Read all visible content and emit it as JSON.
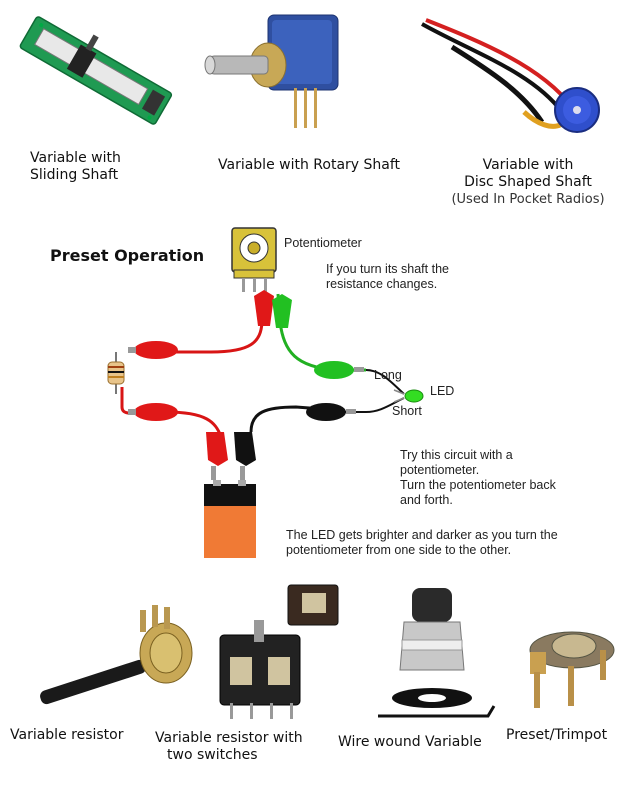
{
  "top_captions": [
    {
      "lines": [
        "Variable with",
        "Sliding Shaft"
      ]
    },
    {
      "lines": [
        "Variable with Rotary Shaft"
      ]
    },
    {
      "lines": [
        "Variable with",
        "Disc Shaped Shaft"
      ],
      "note": "(Used In Pocket Radios)"
    }
  ],
  "circuit": {
    "title": "Preset Operation",
    "potentiometer_label": "Potentiometer",
    "shaft_note": [
      "If you turn its shaft the",
      "resistance changes."
    ],
    "long_label": "Long",
    "short_label": "Short",
    "led_label": "LED",
    "try_note": [
      "Try this circuit with a",
      "potentiometer.",
      "Turn the potentiometer back",
      "and forth."
    ],
    "brightness_note": [
      "The LED gets brighter and darker as you turn the",
      "potentiometer from one side to the other."
    ]
  },
  "bottom_captions": [
    {
      "lines": [
        "Variable resistor"
      ]
    },
    {
      "lines": [
        "Variable resistor with",
        "two switches"
      ]
    },
    {
      "lines": [
        "Wire wound Variable"
      ]
    },
    {
      "lines": [
        "Preset/Trimpot"
      ]
    }
  ],
  "colors": {
    "pcb_green": "#1f9a52",
    "pot_blue": "#2f4fa0",
    "clip_red": "#e01818",
    "clip_green": "#22c022",
    "clip_black": "#111111",
    "battery_orange": "#f07a35",
    "led_green": "#33dd22",
    "pot_yellow": "#d8c23a"
  },
  "icons": [
    "slide-potentiometer-icon",
    "rotary-potentiometer-icon",
    "disc-potentiometer-icon",
    "potentiometer-icon",
    "resistor-icon",
    "led-icon",
    "battery-icon",
    "variable-resistor-icon",
    "joystick-potentiometer-icon",
    "wirewound-potentiometer-icon",
    "trimpot-icon"
  ]
}
